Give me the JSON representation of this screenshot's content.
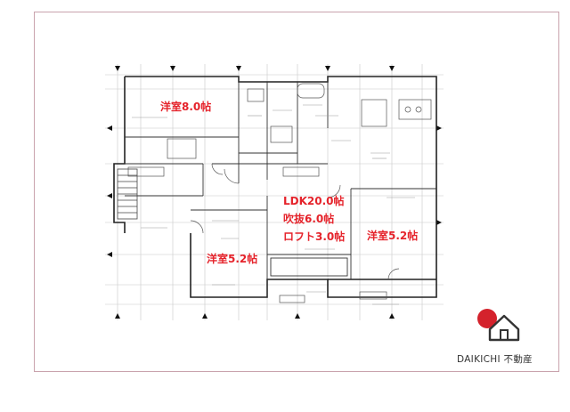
{
  "rooms": {
    "western_room_8": "洋室8.0帖",
    "ldk": "LDK20.0帖",
    "atrium": "吹抜6.0帖",
    "loft": "ロフト3.0帖",
    "western_room_right": "洋室5.2帖",
    "western_room_left": "洋室5.2帖"
  },
  "brand": {
    "name": "DAIKICHI 不動産",
    "colors": {
      "accent": "#d4222c",
      "outline": "#333333"
    },
    "icon": "house-logo-icon"
  },
  "colors": {
    "label_red": "#e5232b",
    "frame_border": "#c9a3ad"
  }
}
